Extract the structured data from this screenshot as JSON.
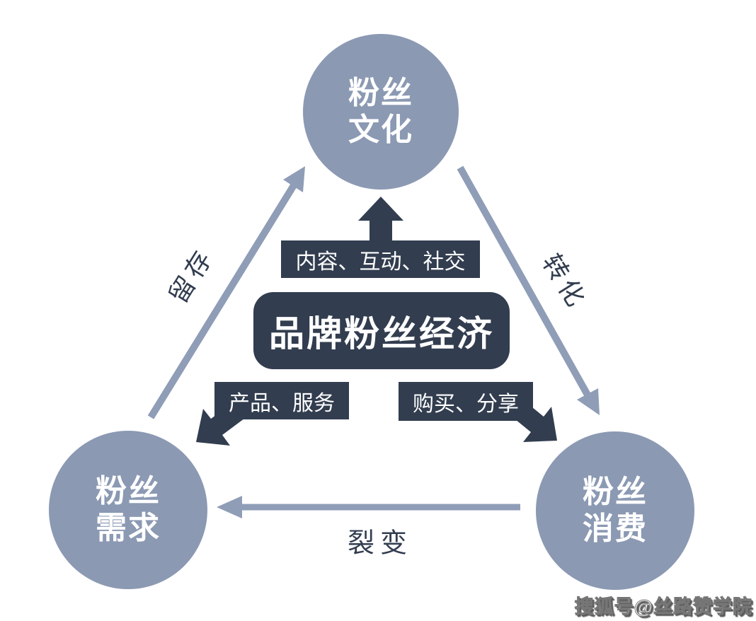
{
  "colors": {
    "background": "#FFFFFF",
    "circle_fill": "#8B99B3",
    "dark_fill": "#323D4F",
    "thin_arrow": "#8F9DB7",
    "edge_text": "#323D4F",
    "node_text": "#FFFFFF",
    "watermark_text": "#FFFFFF"
  },
  "diagram": {
    "center_box": {
      "label": "品牌粉丝经济"
    },
    "nodes": {
      "top": {
        "line1": "粉丝",
        "line2": "文化"
      },
      "bottom_left": {
        "line1": "粉丝",
        "line2": "需求"
      },
      "bottom_right": {
        "line1": "粉丝",
        "line2": "消费"
      }
    },
    "tags": {
      "top": "内容、互动、社交",
      "left": "产品、服务",
      "right": "购买、分享"
    },
    "edges": {
      "left": "留存",
      "right": "转化",
      "bottom": "裂变"
    }
  },
  "watermark": {
    "text": "搜狐号@丝路赞学院"
  }
}
